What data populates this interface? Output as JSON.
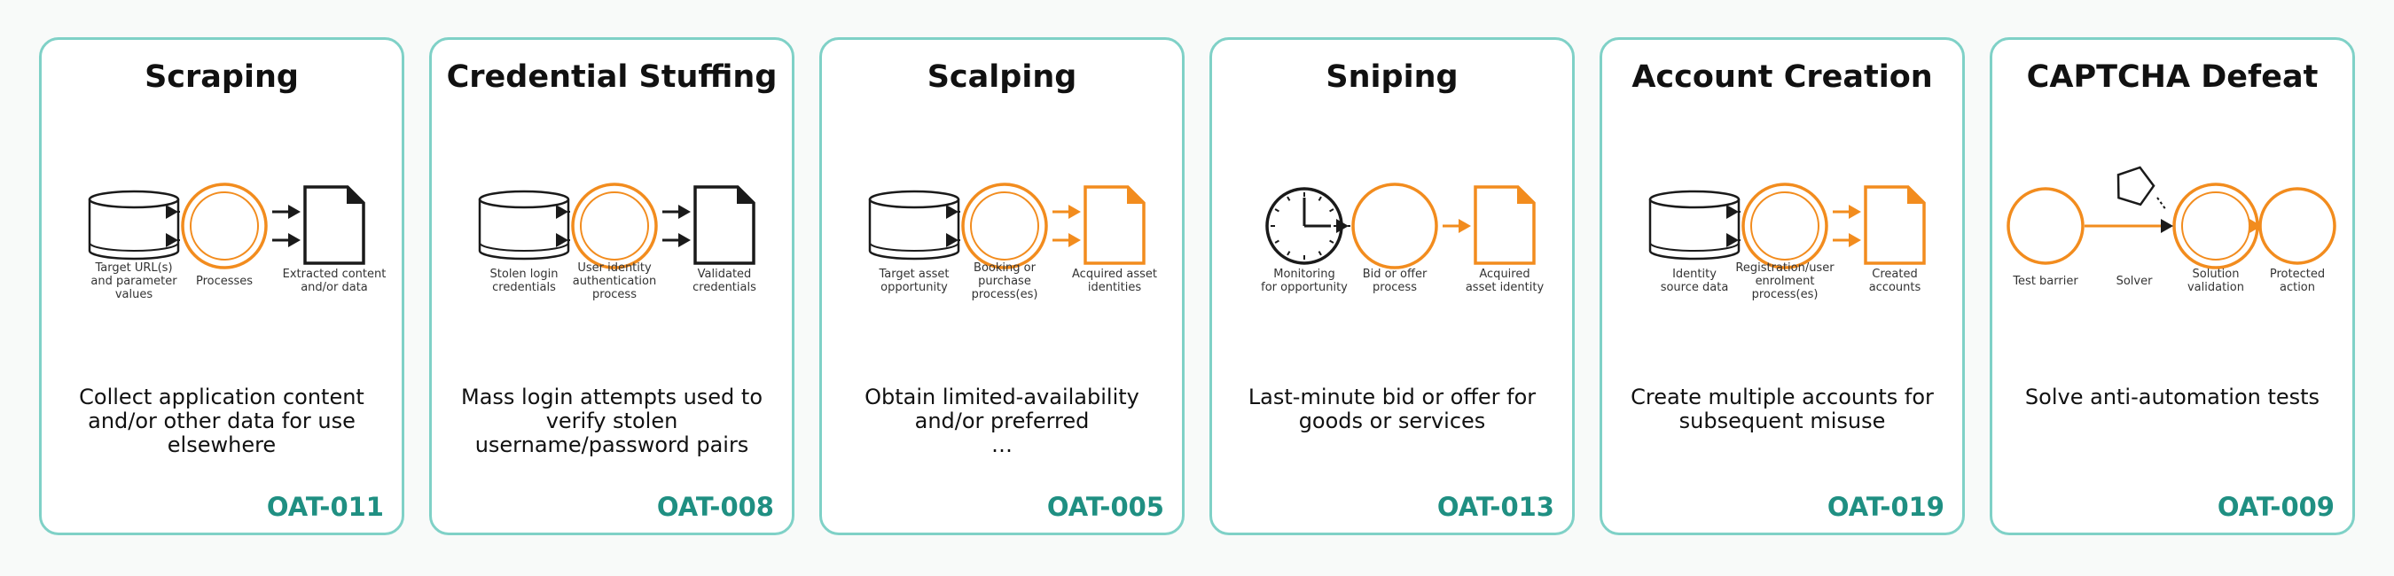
{
  "colors": {
    "accent": "#f28c1e",
    "border": "#7fd1c7",
    "code": "#1f8f82",
    "ink": "#1a1a1a"
  },
  "cards": [
    {
      "title": "Scraping",
      "steps": [
        "Target URL(s)\nand parameter\nvalues",
        "Processes",
        "Extracted content\nand/or data"
      ],
      "description": "Collect application content and/or other data for use elsewhere",
      "code": "OAT-011",
      "icons": [
        "database-icon",
        "process-circle-icon",
        "document-icon"
      ]
    },
    {
      "title": "Credential Stuffing",
      "steps": [
        "Stolen login\ncredentials",
        "User identity\nauthentication\nprocess",
        "Validated\ncredentials"
      ],
      "description": "Mass login attempts used to verify stolen username/password pairs",
      "code": "OAT-008",
      "icons": [
        "database-icon",
        "process-circle-icon",
        "document-icon"
      ]
    },
    {
      "title": "Scalping",
      "steps": [
        "Target asset\nopportunity",
        "Booking or\npurchase\nprocess(es)",
        "Acquired asset\nidentities"
      ],
      "description": "Obtain limited-availability and/or preferred\n…",
      "code": "OAT-005",
      "icons": [
        "database-icon",
        "process-circle-icon",
        "document-icon"
      ]
    },
    {
      "title": "Sniping",
      "steps": [
        "Monitoring\nfor opportunity",
        "Bid or offer\nprocess",
        "Acquired\nasset identity"
      ],
      "description": "Last-minute bid or offer for goods or services",
      "code": "OAT-013",
      "icons": [
        "clock-icon",
        "process-circle-icon",
        "document-icon"
      ]
    },
    {
      "title": "Account Creation",
      "steps": [
        "Identity\nsource data",
        "Registration/user\nenrolment\nprocess(es)",
        "Created\naccounts"
      ],
      "description": "Create multiple accounts for subsequent misuse",
      "code": "OAT-019",
      "icons": [
        "database-icon",
        "process-circle-icon",
        "document-icon"
      ]
    },
    {
      "title": "CAPTCHA Defeat",
      "steps": [
        "Test barrier",
        "Solver",
        "Solution\nvalidation",
        "Protected\naction"
      ],
      "description": "Solve anti-automation tests",
      "code": "OAT-009",
      "icons": [
        "circle-icon",
        "pentagon-icon",
        "process-circle-icon",
        "circle-icon"
      ]
    }
  ]
}
